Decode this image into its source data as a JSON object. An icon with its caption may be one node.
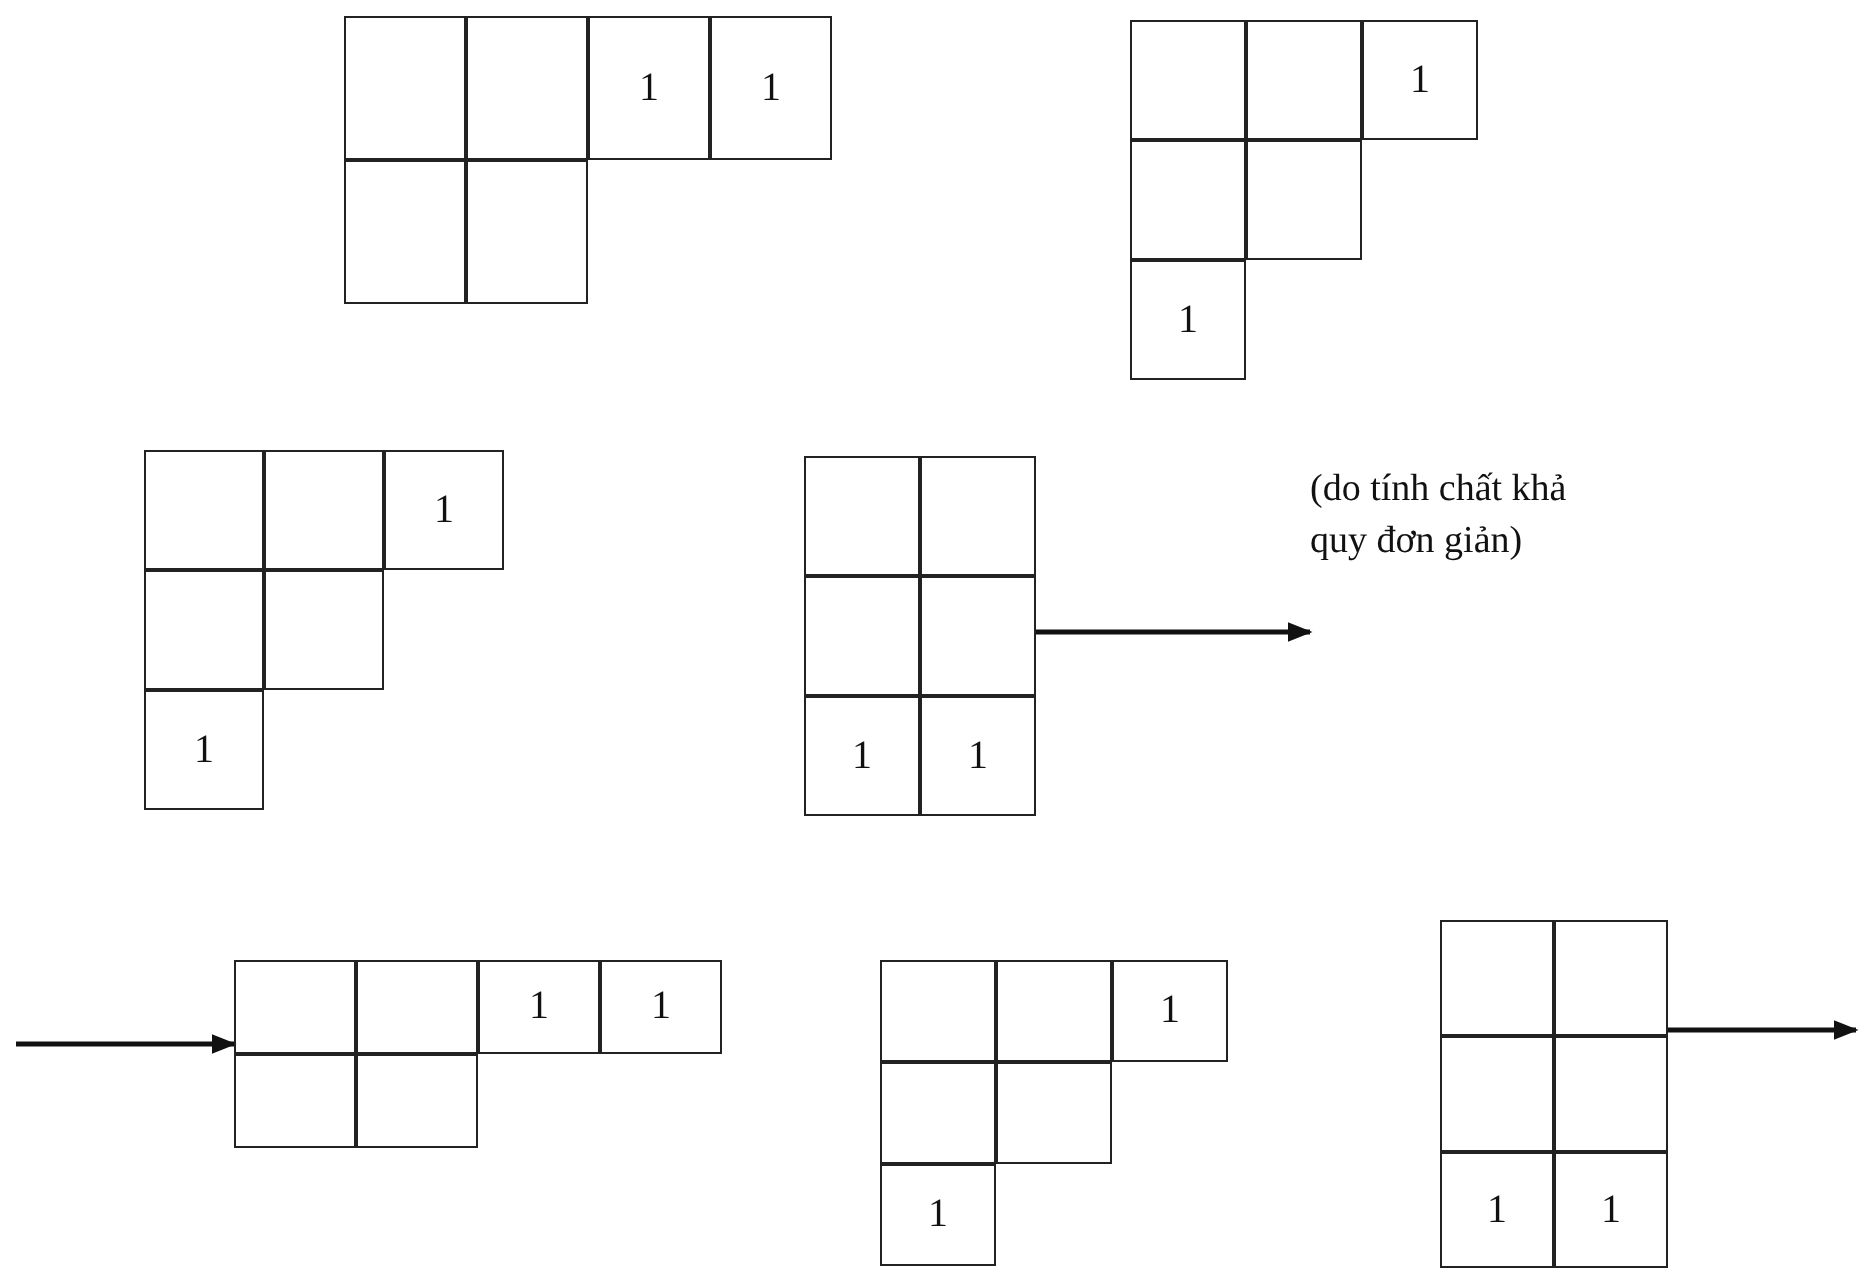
{
  "diagram": {
    "nodes": [
      {
        "text": [
          "1",
          "1"
        ]
      },
      {
        "text": [
          "1",
          "1"
        ]
      },
      {
        "text": [
          "1",
          "1"
        ]
      },
      {
        "text": [
          "1",
          "1"
        ]
      },
      {
        "text": [
          "(do tính chất khả quy đơn giản)"
        ]
      },
      {
        "text": [
          "1",
          "1"
        ]
      },
      {
        "text": [
          "1",
          "1"
        ]
      },
      {
        "text": [
          "1",
          "1"
        ]
      }
    ],
    "edges": [
      {
        "from": 3,
        "to": 4,
        "arrow": "to"
      },
      {
        "from": null,
        "to": 5,
        "arrow": "to"
      },
      {
        "from": 7,
        "to": null,
        "arrow": "to"
      }
    ]
  }
}
